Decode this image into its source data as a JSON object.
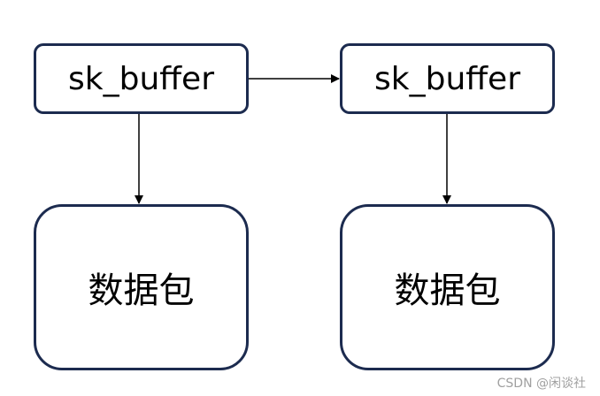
{
  "nodes": {
    "skb1": "sk_buffer",
    "skb2": "sk_buffer",
    "pkt1": "数据包",
    "pkt2": "数据包"
  },
  "edges": [
    {
      "from": "skb1",
      "to": "skb2"
    },
    {
      "from": "skb1",
      "to": "pkt1"
    },
    {
      "from": "skb2",
      "to": "pkt2"
    }
  ],
  "watermark": "CSDN @闲谈社",
  "colors": {
    "border": "#1c2b4f",
    "arrow": "#000000"
  }
}
